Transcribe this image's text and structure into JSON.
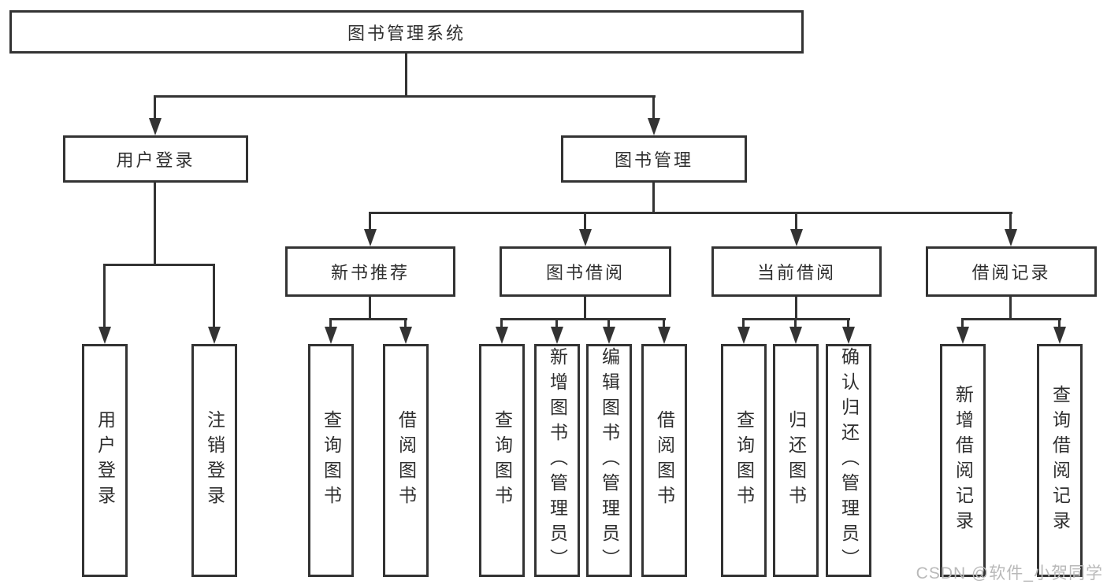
{
  "diagram_title": "图书管理系统",
  "tree": {
    "root": {
      "label": "图书管理系统"
    },
    "branches": [
      {
        "label": "用户登录",
        "leaves": [
          {
            "label": "用户登录"
          },
          {
            "label": "注销登录"
          }
        ]
      },
      {
        "label": "图书管理",
        "groups": [
          {
            "label": "新书推荐",
            "leaves": [
              {
                "label": "查询图书"
              },
              {
                "label": "借阅图书"
              }
            ]
          },
          {
            "label": "图书借阅",
            "leaves": [
              {
                "label": "查询图书"
              },
              {
                "label": "新增图书（管理员）"
              },
              {
                "label": "编辑图书（管理员）"
              },
              {
                "label": "借阅图书"
              }
            ]
          },
          {
            "label": "当前借阅",
            "leaves": [
              {
                "label": "查询图书"
              },
              {
                "label": "归还图书"
              },
              {
                "label": "确认归还（管理员）"
              }
            ]
          },
          {
            "label": "借阅记录",
            "leaves": [
              {
                "label": "新增借阅记录"
              },
              {
                "label": "查询借阅记录"
              }
            ]
          }
        ]
      }
    ]
  },
  "watermark": "CSDN @软件_小贺同学",
  "colors": {
    "line": "#333333",
    "text": "#2f2f2f",
    "watermark": "#b9b9b9",
    "background": "#ffffff"
  }
}
